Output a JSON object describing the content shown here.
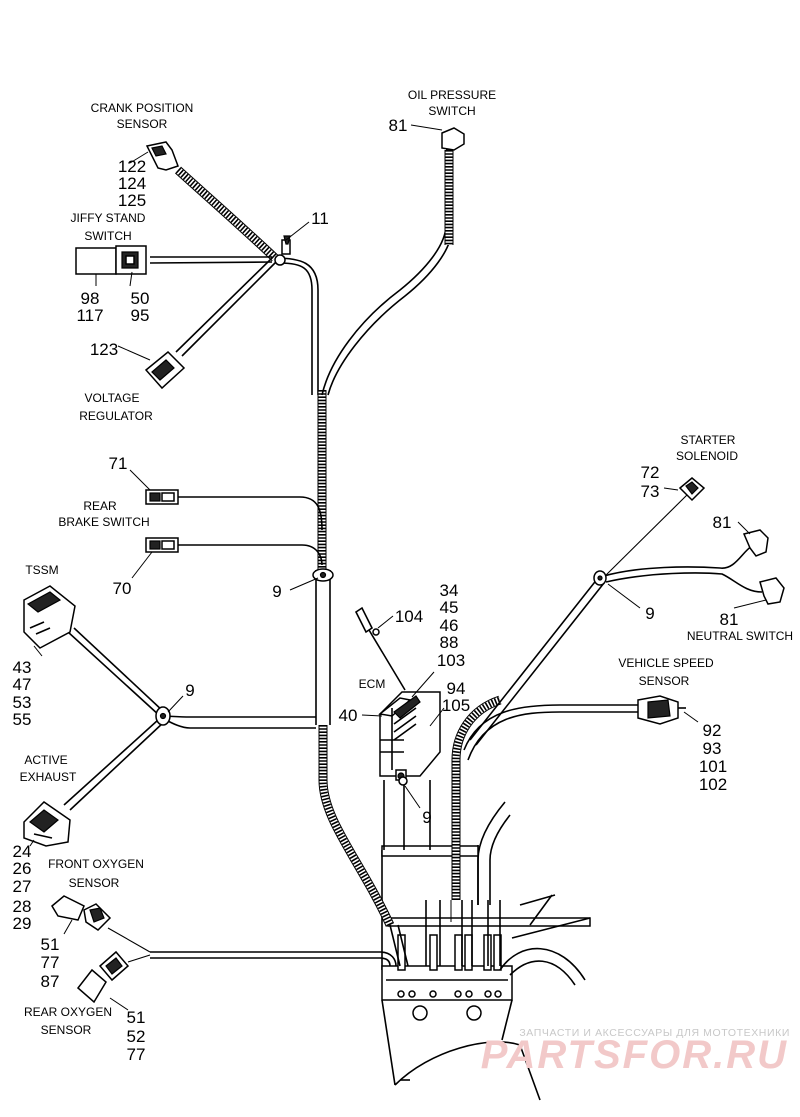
{
  "labels": {
    "crank_position_sensor": [
      "CRANK POSITION",
      "SENSOR"
    ],
    "oil_pressure_switch": [
      "OIL PRESSURE",
      "SWITCH"
    ],
    "jiffy_stand_switch": [
      "JIFFY STAND",
      "SWITCH"
    ],
    "voltage_regulator": [
      "VOLTAGE",
      "REGULATOR"
    ],
    "rear_brake_switch": [
      "REAR",
      "BRAKE SWITCH"
    ],
    "tssm": [
      "TSSM"
    ],
    "active_exhaust": [
      "ACTIVE",
      "EXHAUST"
    ],
    "front_oxygen_sensor": [
      "FRONT OXYGEN",
      "SENSOR"
    ],
    "rear_oxygen_sensor": [
      "REAR OXYGEN",
      "SENSOR"
    ],
    "starter_solenoid": [
      "STARTER",
      "SOLENOID"
    ],
    "neutral_switch": [
      "NEUTRAL SWITCH"
    ],
    "vehicle_speed_sensor": [
      "VEHICLE SPEED",
      "SENSOR"
    ],
    "ecm": [
      "ECM"
    ]
  },
  "callouts": {
    "crank": [
      "122",
      "124",
      "125"
    ],
    "oil_81": [
      "81"
    ],
    "clip_11": [
      "11"
    ],
    "jiffy_left": [
      "98",
      "117"
    ],
    "jiffy_right": [
      "50",
      "95"
    ],
    "vreg": [
      "123"
    ],
    "rear_brake_71": [
      "71"
    ],
    "rear_brake_70": [
      "70"
    ],
    "clip_9_left": [
      "9"
    ],
    "tssm": [
      "43",
      "47",
      "53",
      "55"
    ],
    "clip_9_mid": [
      "9"
    ],
    "active_exhaust": [
      "24",
      "26",
      "27",
      "28",
      "29"
    ],
    "front_o2": [
      "51",
      "77",
      "87"
    ],
    "rear_o2": [
      "51",
      "52",
      "77"
    ],
    "part_104": [
      "104"
    ],
    "ecm_right": [
      "34",
      "45",
      "46",
      "88",
      "103"
    ],
    "ecm_94": [
      "94",
      "105"
    ],
    "ecm_40": [
      "40"
    ],
    "clip_9_ecm": [
      "9"
    ],
    "starter": [
      "72",
      "73"
    ],
    "neutral_81_top": [
      "81"
    ],
    "clip_9_right": [
      "9"
    ],
    "neutral_81_bottom": [
      "81"
    ],
    "vss": [
      "92",
      "93",
      "101",
      "102"
    ]
  },
  "watermark": {
    "small": "ЗАПЧАСТИ И АКСЕССУАРЫ ДЛЯ МОТОТЕХНИКИ",
    "big": "PARTSFOR.RU"
  },
  "colors": {
    "line": "#000000",
    "background": "#ffffff",
    "watermark_big": "#f2c9c9",
    "watermark_small": "#c8c8c8"
  }
}
